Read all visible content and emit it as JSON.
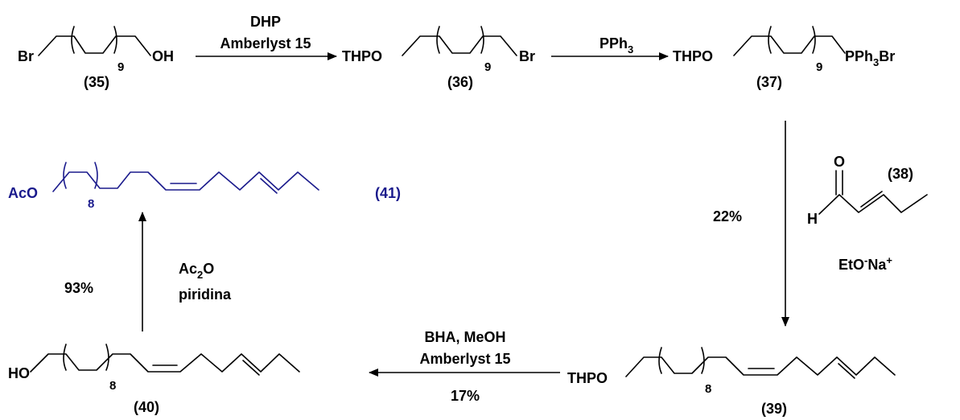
{
  "compounds": {
    "c35": {
      "label": "(35)",
      "atom_left": "Br",
      "atom_right": "OH",
      "repeat": "9"
    },
    "c36": {
      "label": "(36)",
      "atom_left": "THPO",
      "atom_right": "Br",
      "repeat": "9"
    },
    "c37": {
      "label": "(37)",
      "atom_left": "THPO",
      "atom_right": "PPh",
      "atom_right_sub": "3",
      "atom_right_tail": "Br",
      "repeat": "9"
    },
    "c38": {
      "label": "(38)",
      "atom_o": "O",
      "atom_h": "H"
    },
    "c39": {
      "label": "(39)",
      "atom_left": "THPO",
      "repeat": "8"
    },
    "c40": {
      "label": "(40)",
      "atom_left": "HO",
      "repeat": "8"
    },
    "c41": {
      "label": "(41)",
      "atom_left": "AcO",
      "repeat": "8"
    }
  },
  "steps": {
    "s1": {
      "line1": "DHP",
      "line2": "Amberlyst 15"
    },
    "s2": {
      "reagent": "PPh",
      "reagent_sub": "3"
    },
    "s3": {
      "yield": "22%",
      "base": "EtO",
      "base_sup": "-",
      "base2": "Na",
      "base2_sup": "+"
    },
    "s4": {
      "line1": "BHA, MeOH",
      "line2": "Amberlyst 15",
      "yield": "17%"
    },
    "s5": {
      "reagent": "Ac",
      "reagent_sub": "2",
      "reagent_tail": "O",
      "line2": "piridina",
      "yield": "93%"
    }
  },
  "colors": {
    "product": "#1a1a8c",
    "default": "#000000"
  }
}
